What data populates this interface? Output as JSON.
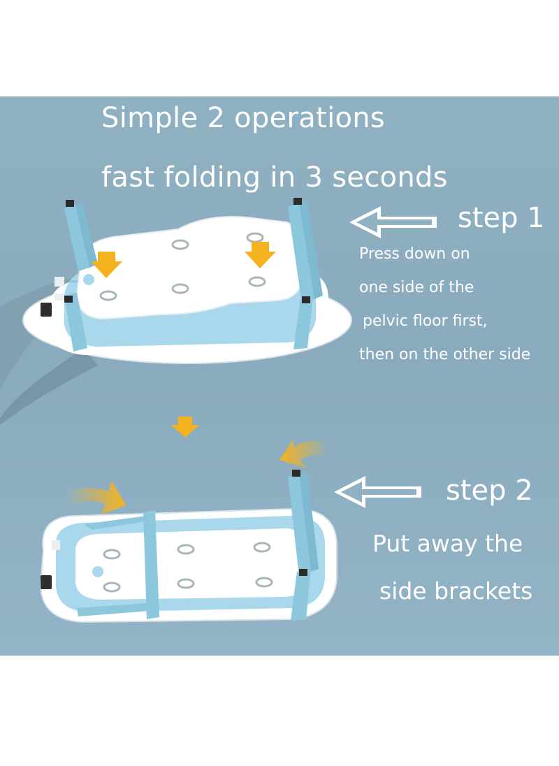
{
  "title": {
    "line1": "Simple 2 operations",
    "line2": "fast folding in 3 seconds"
  },
  "step1": {
    "label": "step 1",
    "lines": [
      "Press down on",
      "one side of the",
      "pelvic floor first,",
      "then on the other side"
    ]
  },
  "step2": {
    "label": "step 2",
    "lines": [
      "Put away the",
      "side brackets"
    ]
  },
  "icons": {
    "step1_pointer": "hollow-left-arrow-icon",
    "step2_pointer": "hollow-left-arrow-icon",
    "flow": "down-arrow-icon",
    "press": "press-down-arrow-icon",
    "fold": "curved-fold-arrow-icon"
  },
  "colors": {
    "background": "#8fb1c2",
    "tub_blue": "#a9d8ec",
    "bracket_blue": "#8cc7de",
    "arrow_yellow": "#f5b21f",
    "text": "#ffffff"
  }
}
